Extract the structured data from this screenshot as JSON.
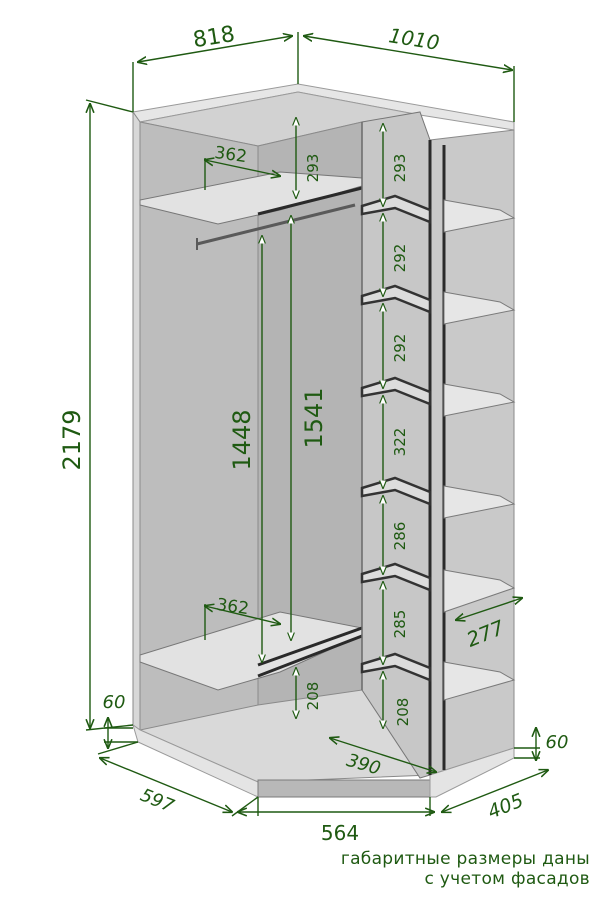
{
  "dimensions": {
    "top_left_width": "818",
    "top_right_width": "1010",
    "total_height": "2179",
    "upper_shelf_depth": "362",
    "lower_shelf_depth": "362",
    "top_gap": "293",
    "rod_height": "1448",
    "hanging_height": "1541",
    "plinth_bottom_gap": "208",
    "shelf_gap_1": "293",
    "shelf_gap_2": "292",
    "shelf_gap_3": "292",
    "shelf_gap_4": "322",
    "shelf_gap_5": "286",
    "shelf_gap_6": "285",
    "shelf_gap_7": "208",
    "plinth_left": "60",
    "plinth_right": "60",
    "bottom_left_depth": "597",
    "bottom_front_width": "564",
    "bottom_right_depth": "405",
    "inner_shelf_width": "390",
    "side_shelf_depth": "277"
  },
  "caption": {
    "line1": "габаритные размеры даны",
    "line2": "с учетом фасадов"
  },
  "colors": {
    "dimension": "#1f5a12",
    "panel": "#cfcfcf",
    "panel_edge": "#555555"
  }
}
